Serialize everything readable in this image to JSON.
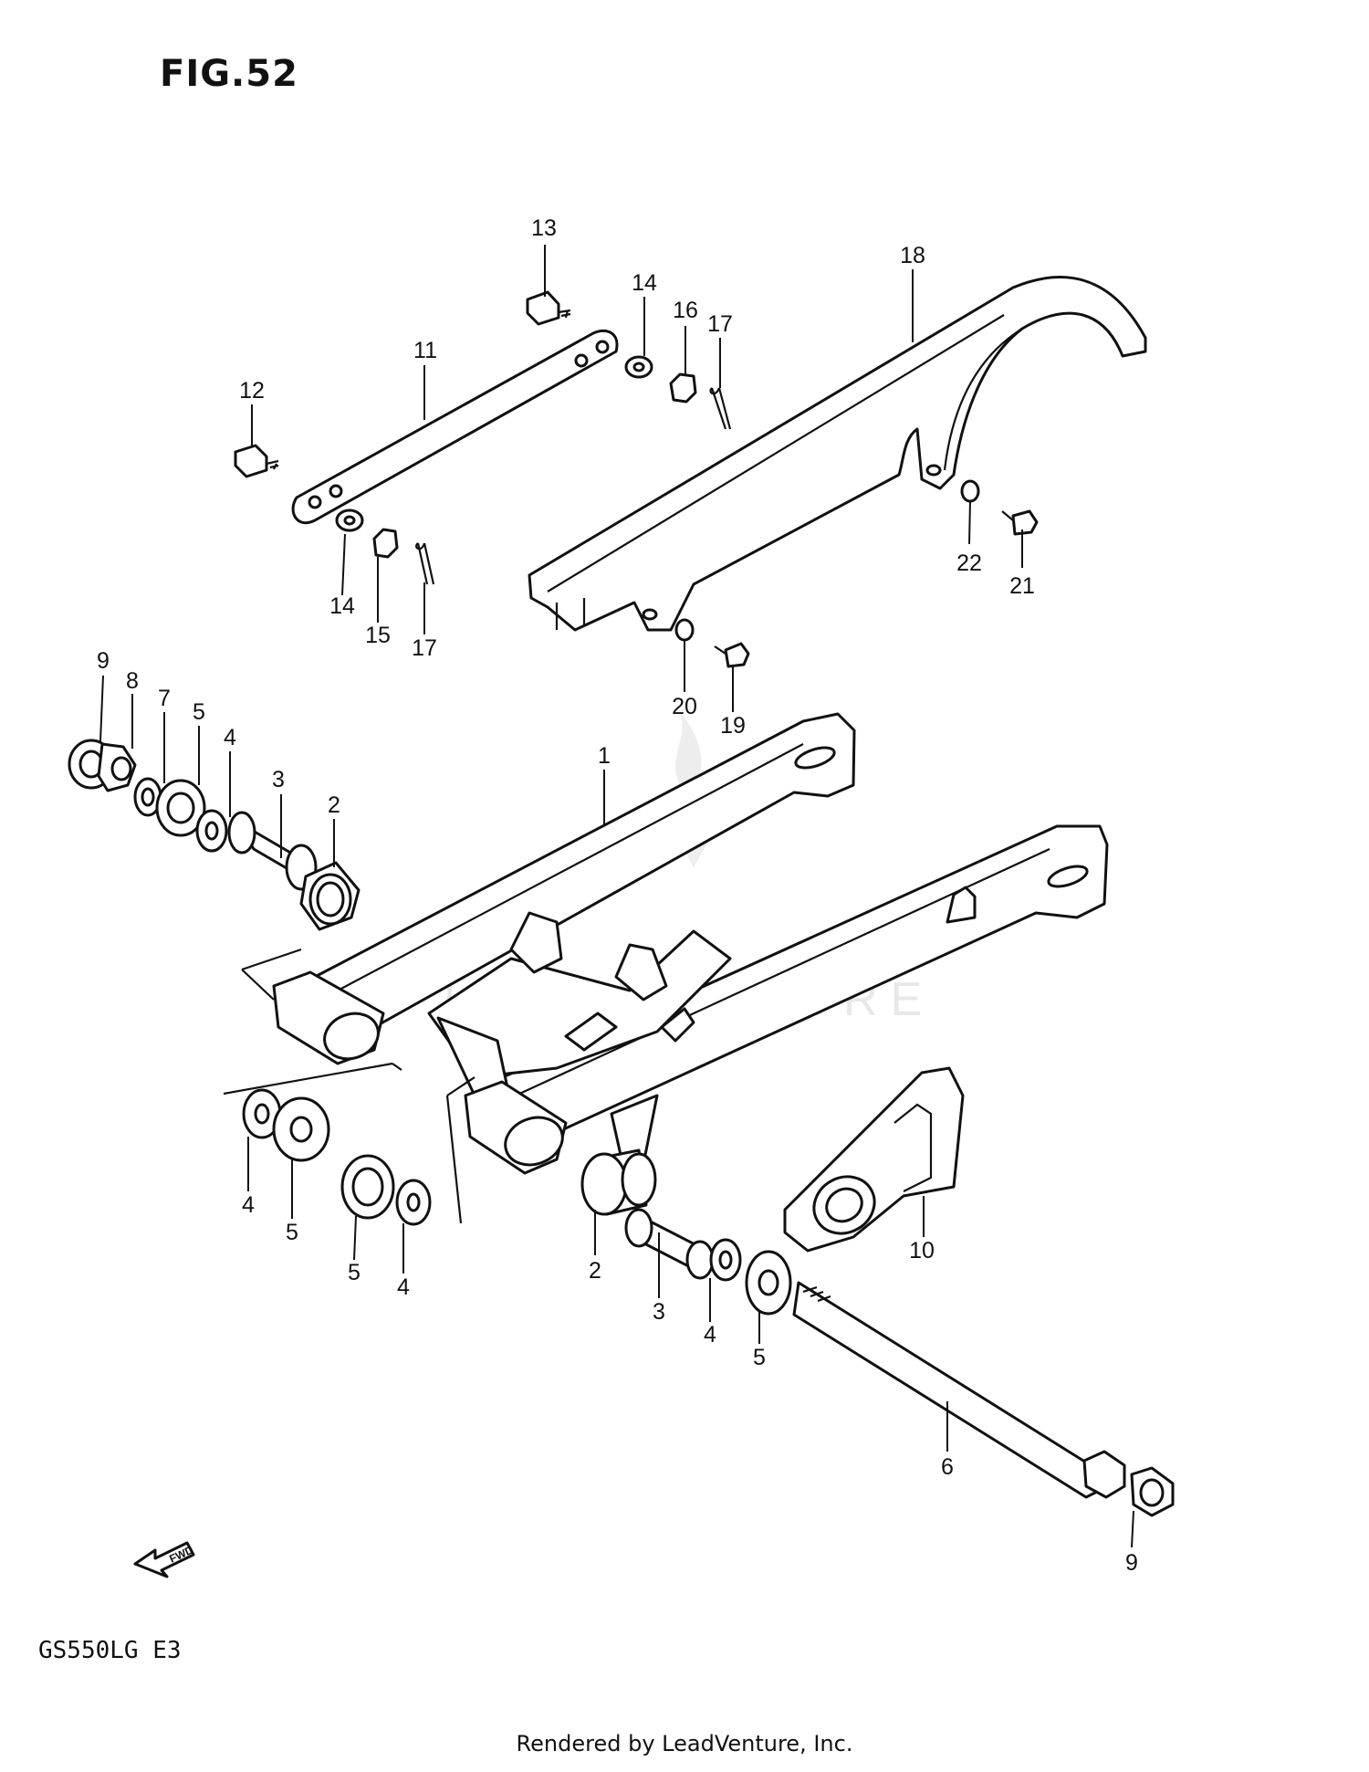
{
  "figure": {
    "title": "FIG.52",
    "model": "GS550LG  E3",
    "footer": "Rendered by LeadVenture, Inc.",
    "watermark": "LEADVENTURE",
    "fwd_label": "FWD"
  },
  "callouts": [
    {
      "id": "c-1",
      "label": "1"
    },
    {
      "id": "c-2a",
      "label": "2"
    },
    {
      "id": "c-3a",
      "label": "3"
    },
    {
      "id": "c-4a",
      "label": "4"
    },
    {
      "id": "c-5a",
      "label": "5"
    },
    {
      "id": "c-7",
      "label": "7"
    },
    {
      "id": "c-8",
      "label": "8"
    },
    {
      "id": "c-9a",
      "label": "9"
    },
    {
      "id": "c-11",
      "label": "11"
    },
    {
      "id": "c-12",
      "label": "12"
    },
    {
      "id": "c-13",
      "label": "13"
    },
    {
      "id": "c-14a",
      "label": "14"
    },
    {
      "id": "c-16",
      "label": "16"
    },
    {
      "id": "c-17a",
      "label": "17"
    },
    {
      "id": "c-14b",
      "label": "14"
    },
    {
      "id": "c-15",
      "label": "15"
    },
    {
      "id": "c-17b",
      "label": "17"
    },
    {
      "id": "c-18",
      "label": "18"
    },
    {
      "id": "c-22",
      "label": "22"
    },
    {
      "id": "c-21",
      "label": "21"
    },
    {
      "id": "c-20",
      "label": "20"
    },
    {
      "id": "c-19",
      "label": "19"
    },
    {
      "id": "c-4b",
      "label": "4"
    },
    {
      "id": "c-5b",
      "label": "5"
    },
    {
      "id": "c-5c",
      "label": "5"
    },
    {
      "id": "c-4c",
      "label": "4"
    },
    {
      "id": "c-2b",
      "label": "2"
    },
    {
      "id": "c-3b",
      "label": "3"
    },
    {
      "id": "c-4d",
      "label": "4"
    },
    {
      "id": "c-5d",
      "label": "5"
    },
    {
      "id": "c-10",
      "label": "10"
    },
    {
      "id": "c-6",
      "label": "6"
    },
    {
      "id": "c-9b",
      "label": "9"
    }
  ]
}
